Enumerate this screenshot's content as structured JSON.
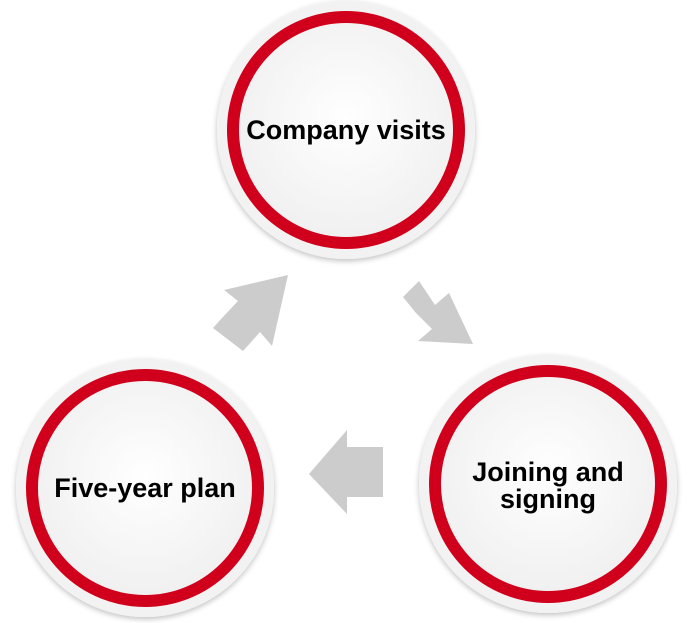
{
  "diagram": {
    "type": "cycle",
    "nodes": [
      {
        "id": "company-visits",
        "label": "Company visits"
      },
      {
        "id": "joining-and-signing",
        "label": "Joining and\nsigning"
      },
      {
        "id": "five-year-plan",
        "label": "Five-year plan"
      }
    ],
    "arrows": [
      {
        "from": "company-visits",
        "to": "joining-and-signing"
      },
      {
        "from": "joining-and-signing",
        "to": "five-year-plan"
      },
      {
        "from": "five-year-plan",
        "to": "company-visits"
      }
    ],
    "colors": {
      "ring": "#d0021b",
      "ring_outer": "#f2f2f2",
      "disc_fill": "#f7f7f7",
      "arrow": "#cccccc",
      "text": "#000000"
    }
  }
}
